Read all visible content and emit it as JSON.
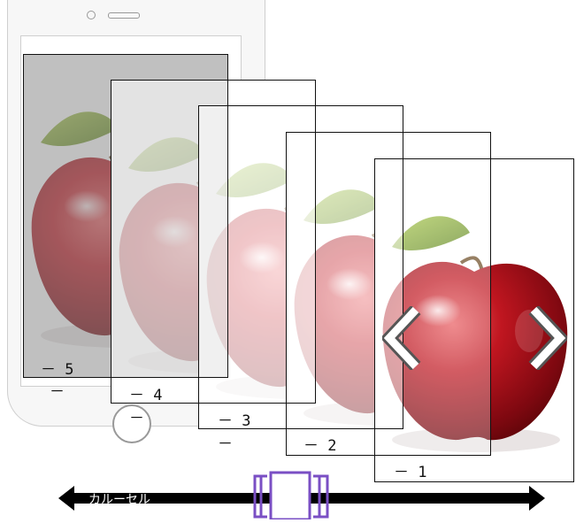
{
  "cards": [
    {
      "number": "5",
      "caption_prefix": "－"
    },
    {
      "number": "4",
      "caption_prefix": "－"
    },
    {
      "number": "3",
      "caption_prefix": "－"
    },
    {
      "number": "2",
      "caption_prefix": "－"
    },
    {
      "number": "1",
      "caption_prefix": "－"
    }
  ],
  "outer_captions": {
    "c5": "－",
    "c4": "－",
    "c3": "－"
  },
  "timeline": {
    "label": "カルーセル"
  },
  "icons": {
    "prev": "chevron-left-icon",
    "next": "chevron-right-icon",
    "handle": "viewport-handle-icon"
  },
  "colors": {
    "accent": "#7a4fc4",
    "apple_red": "#b3121c",
    "leaf": "#7ea02e"
  }
}
